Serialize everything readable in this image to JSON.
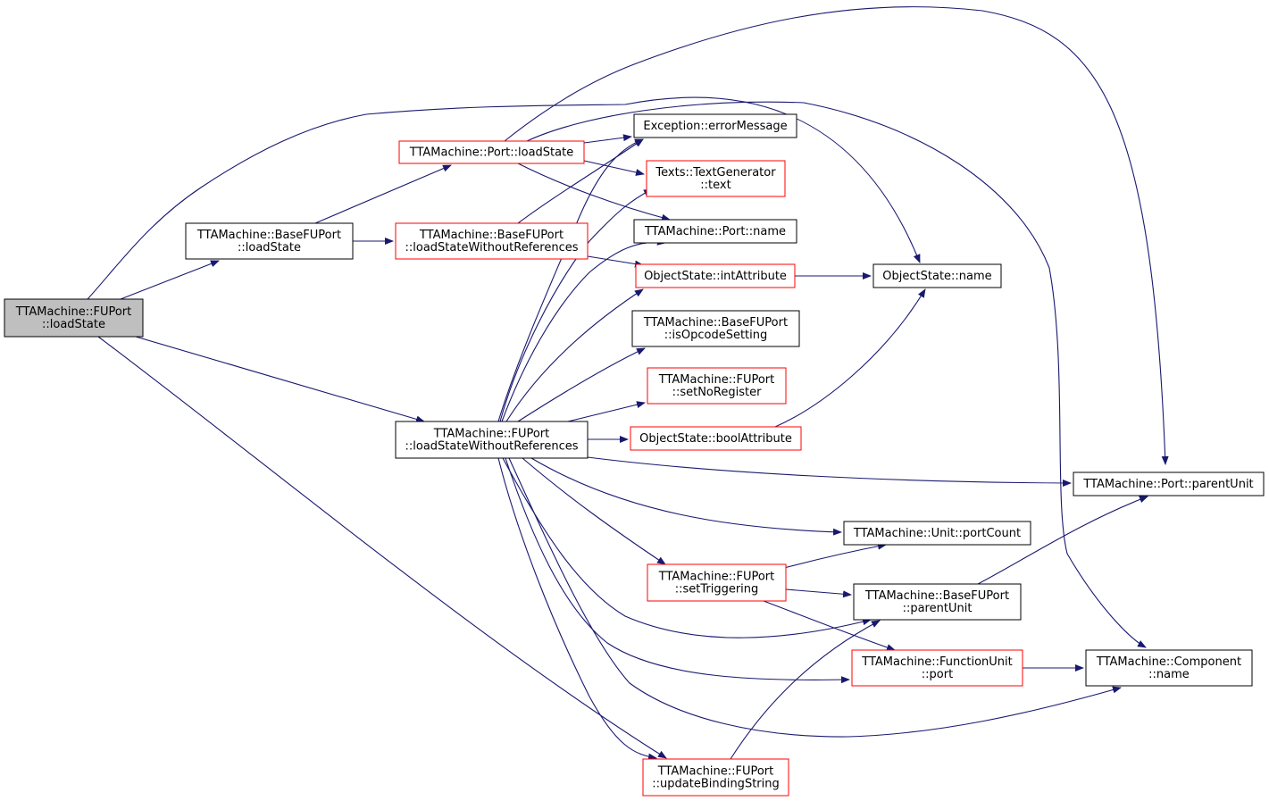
{
  "colors": {
    "edge": "#191970",
    "focused_fill": "#bfbfbf",
    "plain_border": "#000000",
    "truncated_border": "#ff0000",
    "background": "#ffffff"
  },
  "nodes": [
    {
      "id": "fuport_loadstate",
      "lines": [
        "TTAMachine::FUPort",
        "::loadState"
      ],
      "style": "focused"
    },
    {
      "id": "basefuport_loadstate",
      "lines": [
        "TTAMachine::BaseFUPort",
        "::loadState"
      ],
      "style": "plain"
    },
    {
      "id": "port_loadstate",
      "lines": [
        "TTAMachine::Port::loadState"
      ],
      "style": "truncated"
    },
    {
      "id": "basefuport_lswr",
      "lines": [
        "TTAMachine::BaseFUPort",
        "::loadStateWithoutReferences"
      ],
      "style": "truncated"
    },
    {
      "id": "fuport_lswr",
      "lines": [
        "TTAMachine::FUPort",
        "::loadStateWithoutReferences"
      ],
      "style": "plain"
    },
    {
      "id": "exception_errormessage",
      "lines": [
        "Exception::errorMessage"
      ],
      "style": "plain"
    },
    {
      "id": "textgenerator_text",
      "lines": [
        "Texts::TextGenerator",
        "::text"
      ],
      "style": "truncated"
    },
    {
      "id": "port_name",
      "lines": [
        "TTAMachine::Port::name"
      ],
      "style": "plain"
    },
    {
      "id": "objectstate_intattribute",
      "lines": [
        "ObjectState::intAttribute"
      ],
      "style": "truncated"
    },
    {
      "id": "objectstate_name",
      "lines": [
        "ObjectState::name"
      ],
      "style": "plain"
    },
    {
      "id": "basefuport_isopcodesetting",
      "lines": [
        "TTAMachine::BaseFUPort",
        "::isOpcodeSetting"
      ],
      "style": "plain"
    },
    {
      "id": "fuport_setnoregister",
      "lines": [
        "TTAMachine::FUPort",
        "::setNoRegister"
      ],
      "style": "truncated"
    },
    {
      "id": "objectstate_boolattribute",
      "lines": [
        "ObjectState::boolAttribute"
      ],
      "style": "truncated"
    },
    {
      "id": "port_parentunit",
      "lines": [
        "TTAMachine::Port::parentUnit"
      ],
      "style": "plain"
    },
    {
      "id": "unit_portcount",
      "lines": [
        "TTAMachine::Unit::portCount"
      ],
      "style": "plain"
    },
    {
      "id": "fuport_settriggering",
      "lines": [
        "TTAMachine::FUPort",
        "::setTriggering"
      ],
      "style": "truncated"
    },
    {
      "id": "basefuport_parentunit",
      "lines": [
        "TTAMachine::BaseFUPort",
        "::parentUnit"
      ],
      "style": "plain"
    },
    {
      "id": "functionunit_port",
      "lines": [
        "TTAMachine::FunctionUnit",
        "::port"
      ],
      "style": "truncated"
    },
    {
      "id": "component_name",
      "lines": [
        "TTAMachine::Component",
        "::name"
      ],
      "style": "plain"
    },
    {
      "id": "fuport_updatebindingstring",
      "lines": [
        "TTAMachine::FUPort",
        "::updateBindingString"
      ],
      "style": "truncated"
    }
  ],
  "edges": [
    {
      "from": "fuport_loadstate",
      "to": "basefuport_loadstate"
    },
    {
      "from": "fuport_loadstate",
      "to": "fuport_lswr"
    },
    {
      "from": "fuport_loadstate",
      "to": "objectstate_name"
    },
    {
      "from": "fuport_loadstate",
      "to": "fuport_updatebindingstring"
    },
    {
      "from": "basefuport_loadstate",
      "to": "port_loadstate"
    },
    {
      "from": "basefuport_loadstate",
      "to": "basefuport_lswr"
    },
    {
      "from": "port_loadstate",
      "to": "exception_errormessage"
    },
    {
      "from": "port_loadstate",
      "to": "textgenerator_text"
    },
    {
      "from": "port_loadstate",
      "to": "port_name"
    },
    {
      "from": "port_loadstate",
      "to": "port_parentunit"
    },
    {
      "from": "port_loadstate",
      "to": "component_name"
    },
    {
      "from": "basefuport_lswr",
      "to": "exception_errormessage"
    },
    {
      "from": "basefuport_lswr",
      "to": "objectstate_intattribute"
    },
    {
      "from": "fuport_lswr",
      "to": "exception_errormessage"
    },
    {
      "from": "fuport_lswr",
      "to": "textgenerator_text"
    },
    {
      "from": "fuport_lswr",
      "to": "port_name"
    },
    {
      "from": "fuport_lswr",
      "to": "objectstate_intattribute"
    },
    {
      "from": "fuport_lswr",
      "to": "basefuport_isopcodesetting"
    },
    {
      "from": "fuport_lswr",
      "to": "fuport_setnoregister"
    },
    {
      "from": "fuport_lswr",
      "to": "objectstate_boolattribute"
    },
    {
      "from": "fuport_lswr",
      "to": "port_parentunit"
    },
    {
      "from": "fuport_lswr",
      "to": "unit_portcount"
    },
    {
      "from": "fuport_lswr",
      "to": "fuport_settriggering"
    },
    {
      "from": "fuport_lswr",
      "to": "basefuport_parentunit"
    },
    {
      "from": "fuport_lswr",
      "to": "functionunit_port"
    },
    {
      "from": "fuport_lswr",
      "to": "component_name"
    },
    {
      "from": "fuport_lswr",
      "to": "fuport_updatebindingstring"
    },
    {
      "from": "objectstate_intattribute",
      "to": "objectstate_name"
    },
    {
      "from": "objectstate_boolattribute",
      "to": "objectstate_name"
    },
    {
      "from": "fuport_settriggering",
      "to": "unit_portcount"
    },
    {
      "from": "fuport_settriggering",
      "to": "basefuport_parentunit"
    },
    {
      "from": "fuport_settriggering",
      "to": "functionunit_port"
    },
    {
      "from": "basefuport_parentunit",
      "to": "port_parentunit"
    },
    {
      "from": "functionunit_port",
      "to": "component_name"
    },
    {
      "from": "fuport_updatebindingstring",
      "to": "basefuport_parentunit"
    }
  ]
}
